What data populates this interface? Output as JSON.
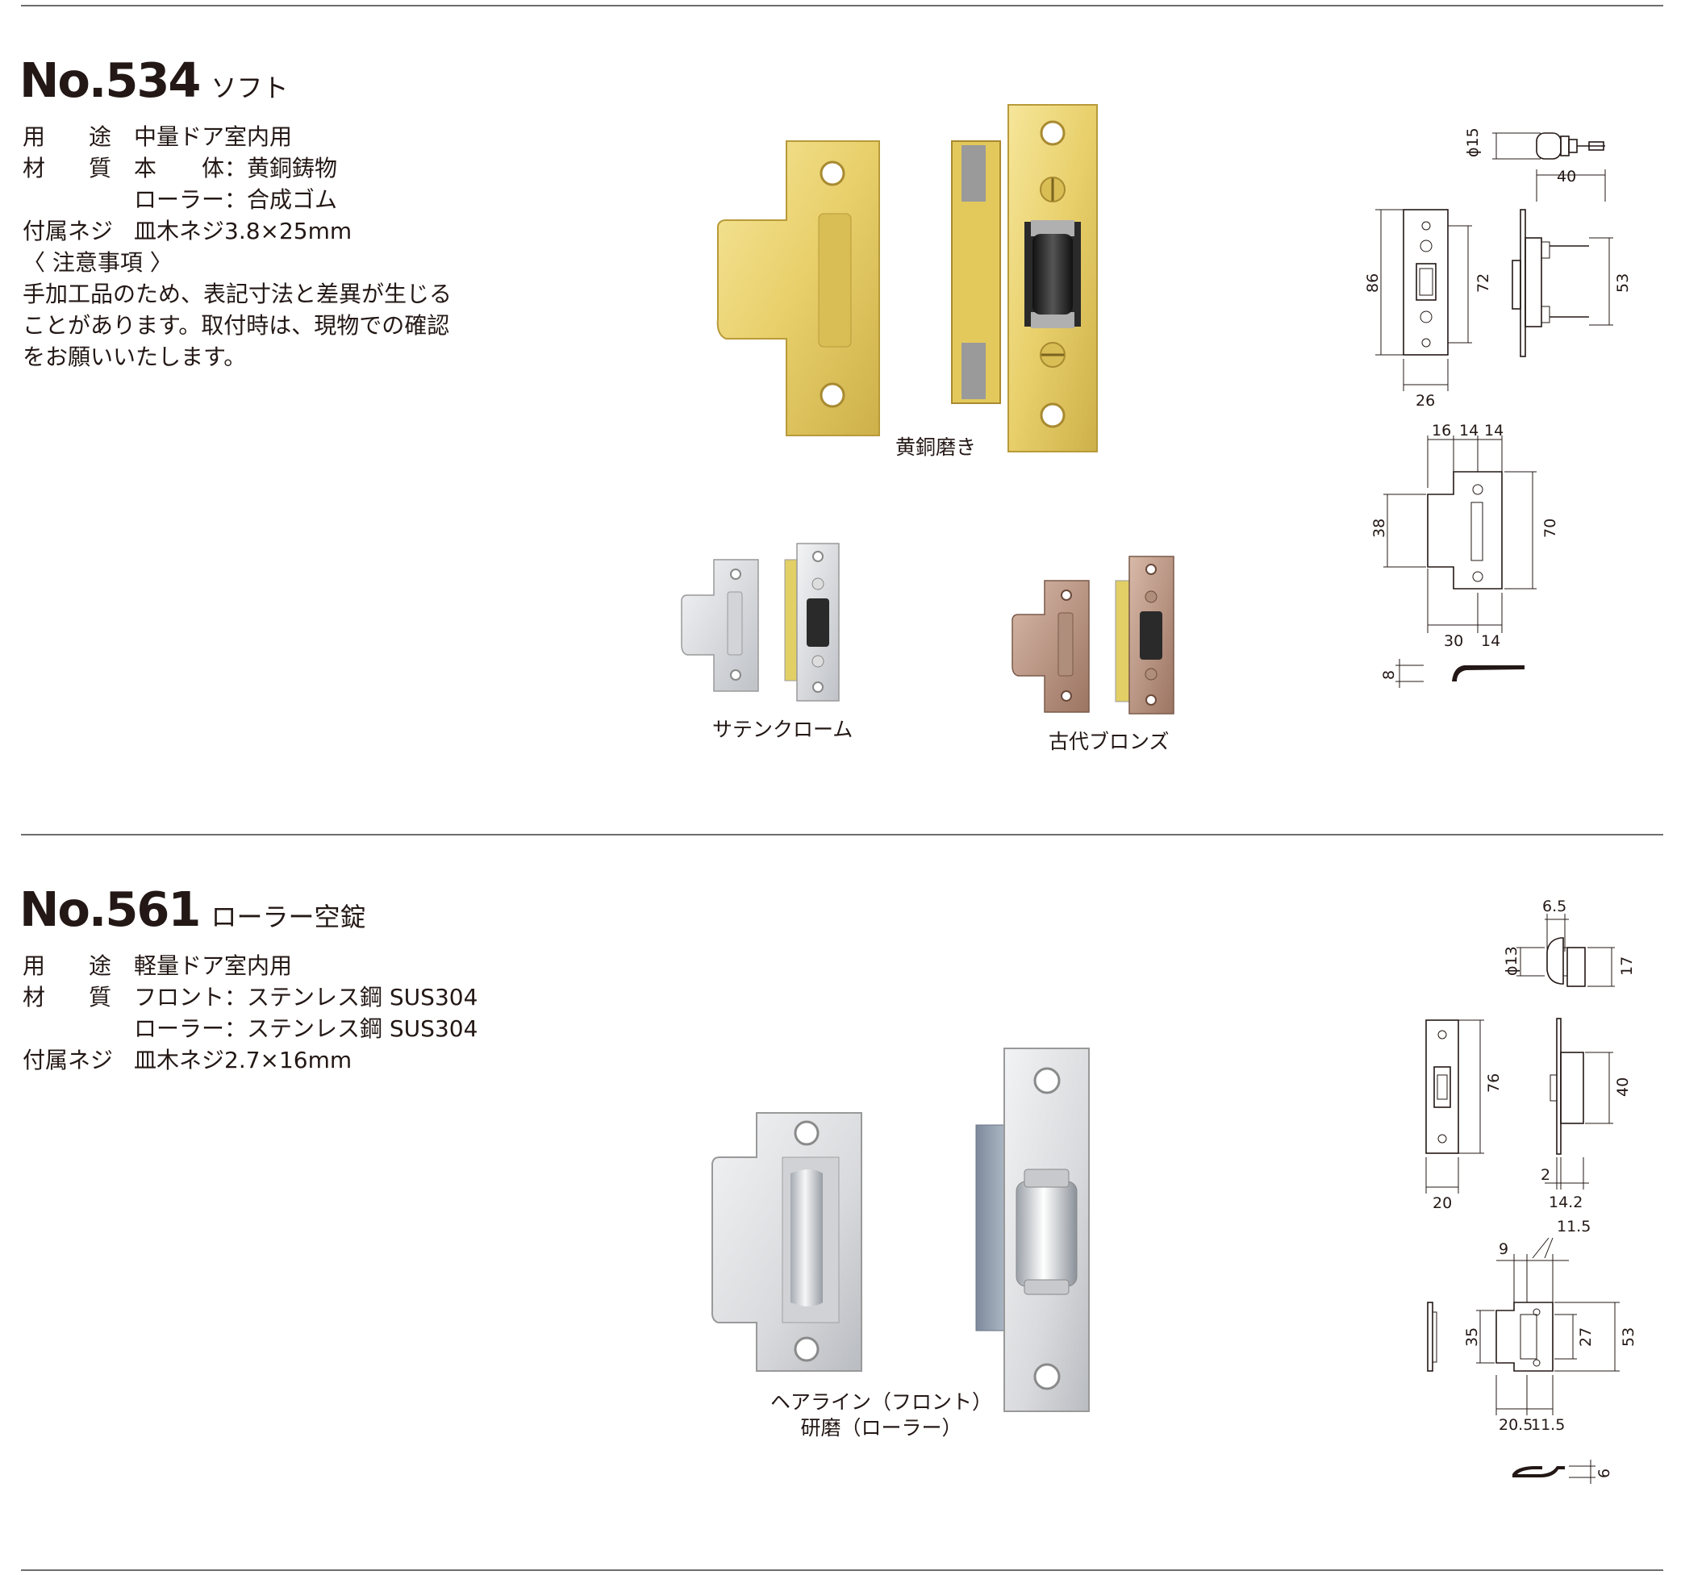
{
  "section1": {
    "model": "No.534",
    "model_sub": "ソフト",
    "specs": {
      "use_k1": "用",
      "use_k2": "途",
      "use_v": "中量ドア室内用",
      "mat_k1": "材",
      "mat_k2": "質",
      "mat_v1": "本　　体：黄銅鋳物",
      "mat_v2": "ローラー：合成ゴム",
      "screw_k": "付属ネジ",
      "screw_v": "皿木ネジ3.8×25mm",
      "note_h": "〈 注意事項 〉",
      "note_1": "手加工品のため、表記寸法と差異が生じる",
      "note_2": "ことがあります。取付時は、現物での確認",
      "note_3": "をお願いいたします。"
    },
    "captions": {
      "brass": "黄銅磨き",
      "satin": "サテンクローム",
      "bronze": "古代ブロンズ"
    },
    "dims": {
      "d15": "ϕ15",
      "d40": "40",
      "d86": "86",
      "d72": "72",
      "d53": "53",
      "d26": "26",
      "d16": "16",
      "d14a": "14",
      "d14b": "14",
      "d38": "38",
      "d70": "70",
      "d30": "30",
      "d14c": "14",
      "d8": "8"
    }
  },
  "section2": {
    "model": "No.561",
    "model_sub": "ローラー空錠",
    "specs": {
      "use_k1": "用",
      "use_k2": "途",
      "use_v": "軽量ドア室内用",
      "mat_k1": "材",
      "mat_k2": "質",
      "mat_v1": "フロント：ステンレス鋼 SUS304",
      "mat_v2": "ローラー：ステンレス鋼 SUS304",
      "screw_k": "付属ネジ",
      "screw_v": "皿木ネジ2.7×16mm"
    },
    "captions": {
      "line1": "ヘアライン（フロント）",
      "line2": "研磨（ローラー）"
    },
    "dims": {
      "d65": "6.5",
      "d13": "ϕ13",
      "d17": "17",
      "d76": "76",
      "d40": "40",
      "d20": "20",
      "d2": "2",
      "d142": "14.2",
      "d115a": "11.5",
      "d9": "9",
      "d35": "35",
      "d27": "27",
      "d53": "53",
      "d205": "20.5",
      "d115b": "11.5",
      "d6": "6"
    }
  },
  "colors": {
    "brass": "#e8cf6a",
    "satin": "#d7d9dc",
    "bronze": "#b89480",
    "rubber": "#2a2a2a",
    "stainless": "#dcdde0"
  }
}
